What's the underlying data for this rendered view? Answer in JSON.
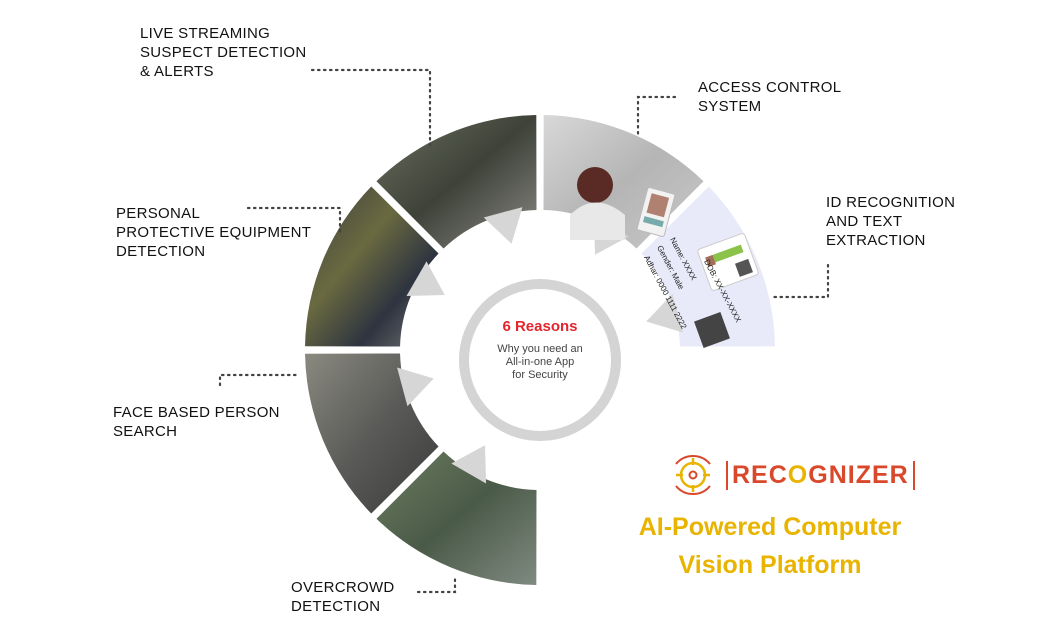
{
  "center": {
    "title": "6 Reasons",
    "subtitle_lines": [
      "Why you need an",
      "All-in-one App",
      "for Security"
    ]
  },
  "features": [
    {
      "id": "live",
      "lines": [
        "Live Streaming",
        "Suspect Detection",
        "& Alerts"
      ]
    },
    {
      "id": "access",
      "lines": [
        "Access Control",
        "System"
      ]
    },
    {
      "id": "id",
      "lines": [
        "ID Recognition",
        "and Text",
        "Extraction"
      ]
    },
    {
      "id": "ppe",
      "lines": [
        "Personal",
        "Protective Equipment",
        "Detection"
      ]
    },
    {
      "id": "face",
      "lines": [
        "Face Based Person",
        "Search"
      ]
    },
    {
      "id": "crowd",
      "lines": [
        "Overcrowd",
        "Detection"
      ]
    }
  ],
  "id_card": {
    "name": "Name: XXXX",
    "gender": "Gender: Male",
    "aadhar": "Adhar: 0000 1111 2222",
    "dob": "DOB: XX-XX-XXXX"
  },
  "brand": {
    "logo_pre": "REC",
    "logo_o": "O",
    "logo_post": "GNIZER",
    "headline_lines": [
      "AI-Powered Computer",
      "Vision Platform"
    ]
  },
  "colors": {
    "accent_red": "#e3262d",
    "brand_orange": "#d9482b",
    "brand_yellow": "#e8b400",
    "ring_gray": "#d4d4d4",
    "id_bg": "#e8eafa"
  }
}
